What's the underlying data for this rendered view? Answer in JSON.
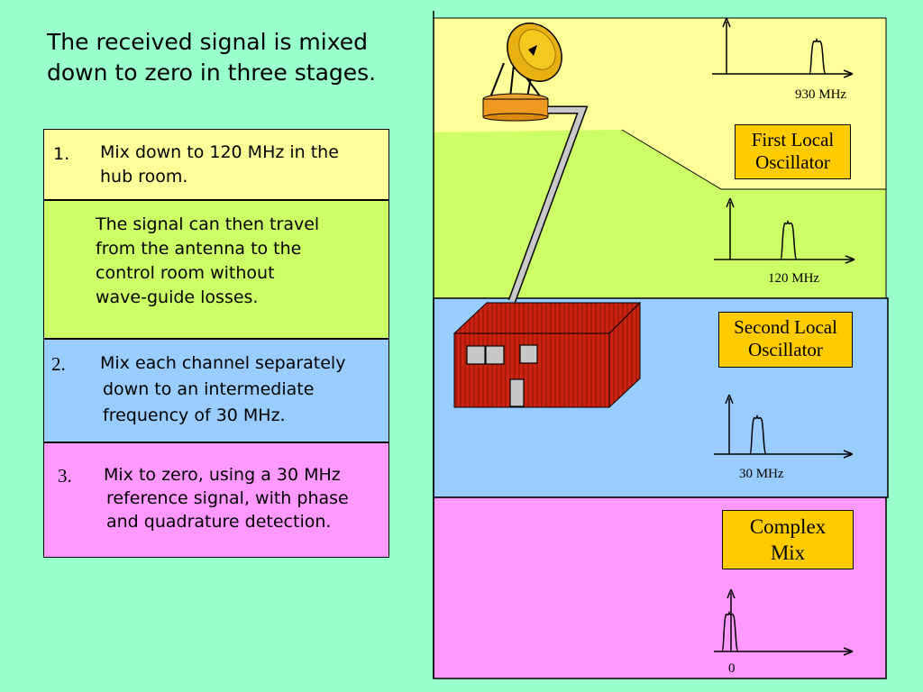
{
  "title": {
    "line1": "The received signal is mixed",
    "line2": "down to zero in three stages."
  },
  "panels": [
    {
      "number": "1.",
      "lines": [
        "Mix down to 120 MHz in the",
        "hub room."
      ]
    },
    {
      "number": "",
      "lines": [
        "The signal can then travel",
        "from the antenna to the",
        "control room without",
        "wave-guide losses."
      ]
    },
    {
      "number": "2.",
      "lines": [
        "Mix each channel separately",
        "down to an intermediate",
        "frequency of 30 MHz."
      ]
    },
    {
      "number": "3.",
      "lines": [
        "Mix to zero, using a 30 MHz",
        "reference signal, with phase",
        "and quadrature detection."
      ]
    }
  ],
  "stages": [
    {
      "box_lines": [
        "First Local",
        "Oscillator"
      ],
      "freq_label": "930 MHz"
    },
    {
      "box_lines": [
        "Second Local",
        "Oscillator"
      ],
      "freq_label": "120 MHz"
    },
    {
      "box_lines": [
        "Complex",
        "Mix"
      ],
      "freq_label": "30 MHz"
    },
    {
      "box_lines": [],
      "freq_label": "0"
    }
  ],
  "colors": {
    "background": "#99ffcc",
    "yellow_band": "#ffff99",
    "green_band": "#ccff66",
    "blue_band": "#99ccff",
    "pink_band": "#ff99ff",
    "box_fill": "#ffcc00",
    "house_red": "#cc2211"
  }
}
